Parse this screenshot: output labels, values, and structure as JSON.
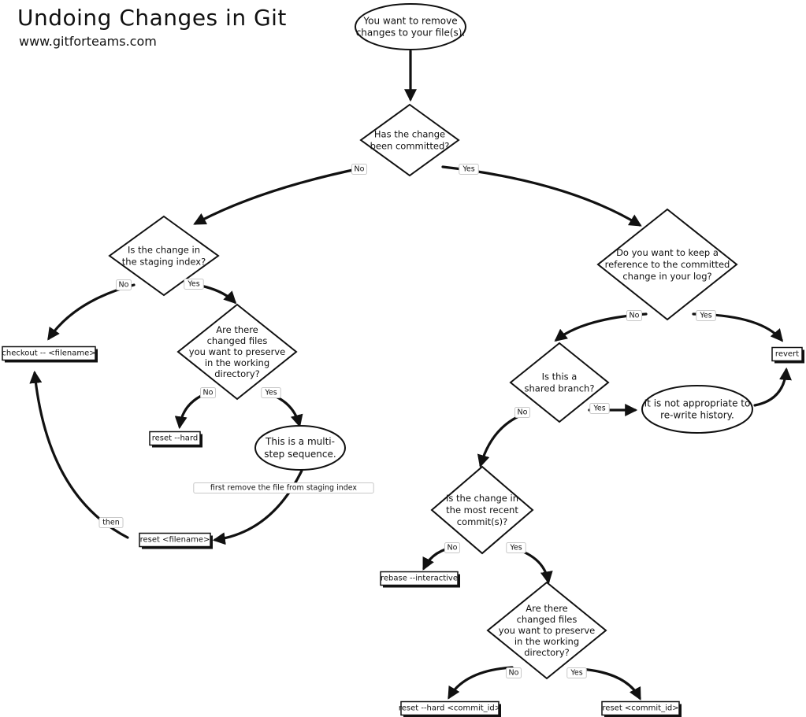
{
  "header": {
    "title": "Undoing Changes in Git",
    "subtitle": "www.gitforteams.com"
  },
  "nodes": {
    "start": [
      "You want to remove",
      "changes to your file(s)."
    ],
    "committed_q": [
      "Has the change",
      "been committed?"
    ],
    "staging_q": [
      "Is the change in",
      "the staging index?"
    ],
    "preserve_q1": [
      "Are there",
      "changed files",
      "you want to preserve",
      "in the working",
      "directory?"
    ],
    "checkout_cmd": [
      "checkout -- <filename>"
    ],
    "reset_hard_cmd": [
      "reset --hard"
    ],
    "multistep": [
      "This is a multi-",
      "step sequence."
    ],
    "reset_file_cmd": [
      "reset <filename>"
    ],
    "keep_ref_q": [
      "Do you want to keep a",
      "reference to the committed",
      "change in your log?"
    ],
    "revert_cmd": [
      "revert"
    ],
    "shared_q": [
      "Is this a",
      "shared branch?"
    ],
    "not_appropriate": [
      "It is not appropriate to",
      "re-write history."
    ],
    "recent_q": [
      "Is the change in",
      "the most recent",
      "commit(s)?"
    ],
    "rebase_cmd": [
      "rebase --interactive"
    ],
    "preserve_q2": [
      "Are there",
      "changed files",
      "you want to preserve",
      "in the working",
      "directory?"
    ],
    "reset_hard_commit_cmd": [
      "reset --hard <commit_id>"
    ],
    "reset_commit_cmd": [
      "reset <commit_id>"
    ]
  },
  "edge_labels": {
    "committed_no": "No",
    "committed_yes": "Yes",
    "staging_no": "No",
    "staging_yes": "Yes",
    "preserve1_no": "No",
    "preserve1_yes": "Yes",
    "first_remove": "first remove the file from staging index",
    "then": "then",
    "keep_no": "No",
    "keep_yes": "Yes",
    "shared_no": "No",
    "shared_yes": "Yes",
    "recent_no": "No",
    "recent_yes": "Yes",
    "preserve2_no": "No",
    "preserve2_yes": "Yes"
  }
}
